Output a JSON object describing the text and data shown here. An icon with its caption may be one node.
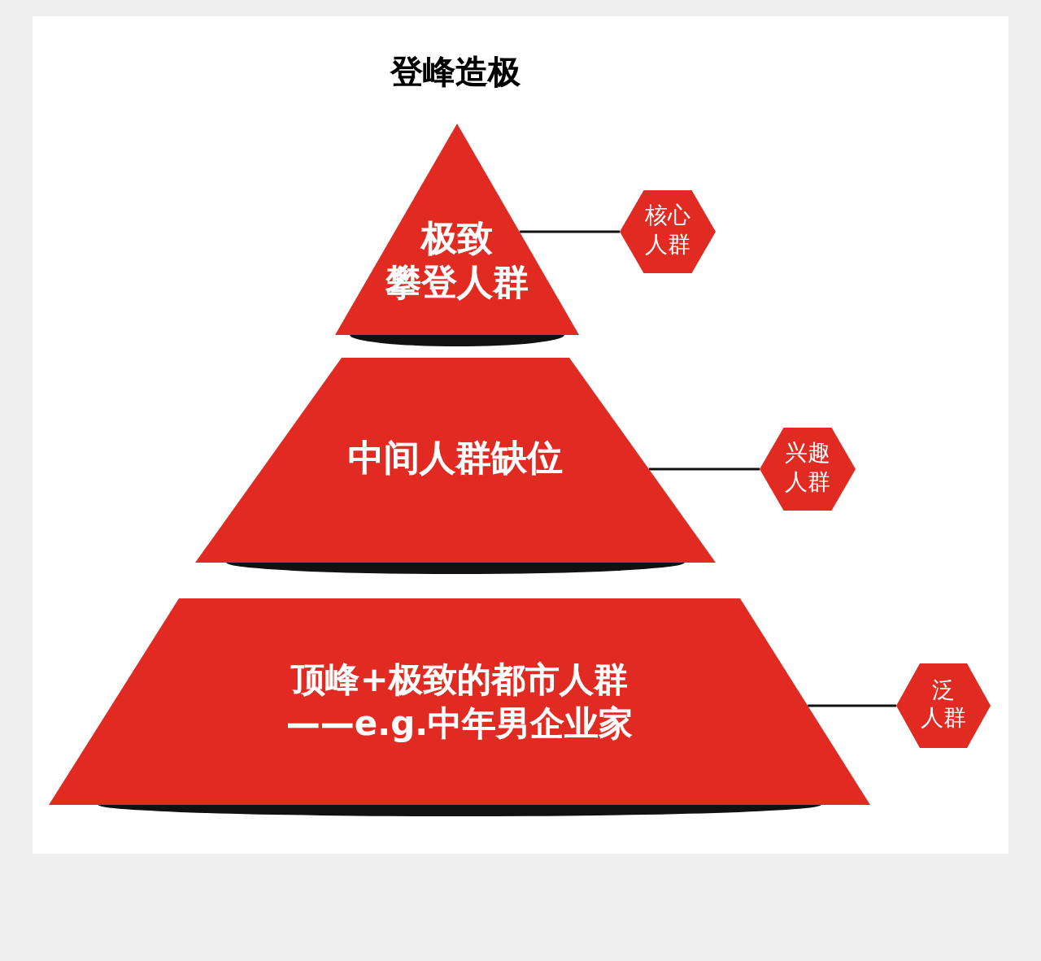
{
  "diagram": {
    "title": "登峰造极",
    "nodes": [
      {
        "text": [
          "极致攀登人群"
        ]
      },
      {
        "text": [
          "中间人群缺位"
        ]
      },
      {
        "text": [
          "顶峰+极致的都市人群",
          "——e.g.中年男企业家"
        ]
      },
      {
        "text": [
          "核心人群"
        ]
      },
      {
        "text": [
          "兴趣人群"
        ]
      },
      {
        "text": [
          "泛人群"
        ]
      }
    ],
    "edges": [
      {
        "from": 0,
        "to": 3,
        "arrow": "none"
      },
      {
        "from": 1,
        "to": 4,
        "arrow": "none"
      },
      {
        "from": 2,
        "to": 5,
        "arrow": "none"
      }
    ]
  }
}
